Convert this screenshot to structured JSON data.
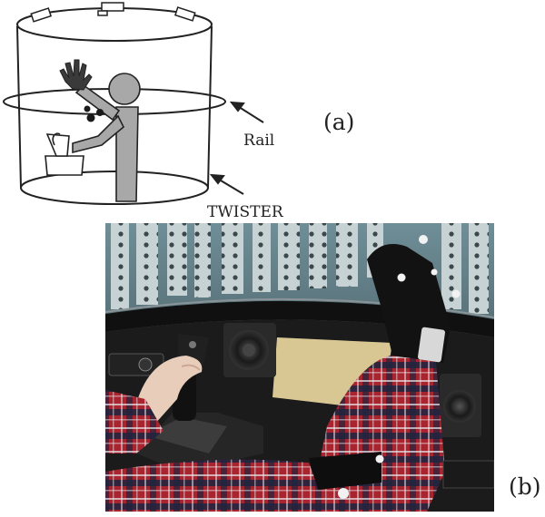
{
  "diagram": {
    "panel_a": {
      "tag": "(a)",
      "labels": {
        "rail": "Rail",
        "twister": "TWISTER"
      }
    },
    "panel_b": {
      "tag": "(b)"
    }
  },
  "colors": {
    "line": "#222222",
    "figure_gray": "#a8a8a8",
    "glove": "#3a3a3a",
    "cockpit_black": "#141414",
    "shirt_red": "#b02a33",
    "shirt_navy": "#1f2440",
    "panel_bg": "#5c7c86"
  }
}
